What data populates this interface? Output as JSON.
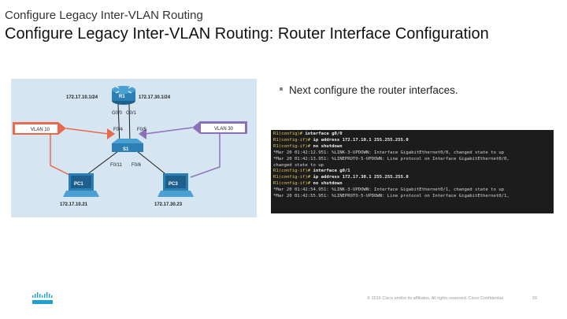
{
  "header": {
    "subtitle": "Configure Legacy Inter-VLAN Routing",
    "title": "Configure Legacy Inter-VLAN Routing: Router Interface Configuration"
  },
  "diagram": {
    "router": {
      "label": "R1",
      "left_ip": "172.17.10.1/24",
      "right_ip": "172.17.30.1/24",
      "port_left": "G0/0",
      "port_right": "G0/1"
    },
    "switch": {
      "label": "S1",
      "port_up_left": "F0/4",
      "port_up_right": "F0/5",
      "port_down_left": "F0/11",
      "port_down_right": "F0/6"
    },
    "vlans": [
      {
        "label": "VLAN 10"
      },
      {
        "label": "VLAN 30"
      }
    ],
    "pcs": [
      {
        "label": "PC1",
        "ip": "172.17.10.21"
      },
      {
        "label": "PC3",
        "ip": "172.17.30.23"
      }
    ],
    "colors": {
      "vlan10": "#e8694b",
      "vlan30": "#8b72b8",
      "device": "#2b7fb5",
      "background": "#d5e6f2"
    }
  },
  "content": {
    "bullet": "Next configure the router interfaces."
  },
  "terminal": {
    "lines": [
      {
        "prompt": "R1(config)#",
        "text": " interface g0/0",
        "cmd": true
      },
      {
        "prompt": "R1(config-if)#",
        "text": " ip address 172.17.10.1 255.255.255.0",
        "cmd": true
      },
      {
        "prompt": "R1(config-if)#",
        "text": " no shutdown",
        "cmd": true
      },
      {
        "prompt": "",
        "text": "*Mar 20 01:42:12.951: %LINK-3-UPDOWN: Interface GigabitEthernet0/0, changed state to up",
        "cmd": false
      },
      {
        "prompt": "",
        "text": "*Mar 20 01:42:13.951: %LINEPROTO-5-UPDOWN: Line protocol on Interface GigabitEthernet0/0,",
        "cmd": false
      },
      {
        "prompt": "",
        "text": "changed state to up",
        "cmd": false
      },
      {
        "prompt": "R1(config-if)#",
        "text": " interface g0/1",
        "cmd": true
      },
      {
        "prompt": "R1(config-if)#",
        "text": " ip address 172.17.30.1 255.255.255.0",
        "cmd": true
      },
      {
        "prompt": "R1(config-if)#",
        "text": " no shutdown",
        "cmd": true
      },
      {
        "prompt": "",
        "text": "*Mar 20 01:42:54.951: %LINK-3-UPDOWN: Interface GigabitEthernet0/1, changed state to up",
        "cmd": false
      },
      {
        "prompt": "",
        "text": "*Mar 20 01:42:55.951: %LINEPROTO-5-UPDOWN: Line protocol on Interface GigabitEthernet0/1,",
        "cmd": false
      }
    ]
  },
  "footer": {
    "copyright": "© 2016 Cisco and/or its affiliates. All rights reserved. Cisco Confidential",
    "page_number": "59"
  }
}
